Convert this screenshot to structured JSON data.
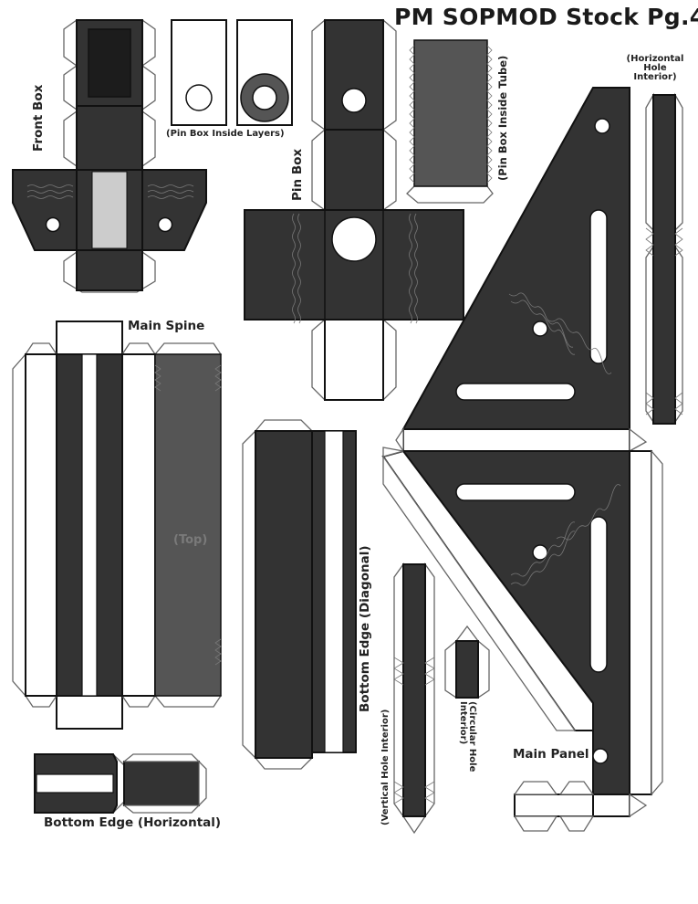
{
  "page": {
    "title": "PM SOPMOD Stock Pg.4"
  },
  "labels": {
    "front_box": "Front Box",
    "pin_box_inside_layers": "(Pin Box Inside Layers)",
    "pin_box": "Pin Box",
    "pin_box_inside_tube": "(Pin Box Inside Tube)",
    "horizontal_hole_interior_1": "(Horizontal",
    "horizontal_hole_interior_2": "Hole",
    "horizontal_hole_interior_3": "Interior)",
    "main_spine": "Main Spine",
    "top": "(Top)",
    "bottom_edge_diagonal": "Bottom Edge (Diagonal)",
    "vertical_hole_interior": "(Vertical Hole Interior)",
    "circular_hole_interior_1": "(Circular Hole",
    "circular_hole_interior_2": "Interior)",
    "main_panel": "Main Panel",
    "bottom_edge_horizontal": "Bottom Edge (Horizontal)"
  },
  "colors": {
    "dark_fill": "#333333",
    "medium_fill": "#555555",
    "light_fill": "#cccccc",
    "darker_fill": "#1c1c1c",
    "outline": "#111111",
    "tab_outline": "#666666",
    "background": "#ffffff"
  }
}
